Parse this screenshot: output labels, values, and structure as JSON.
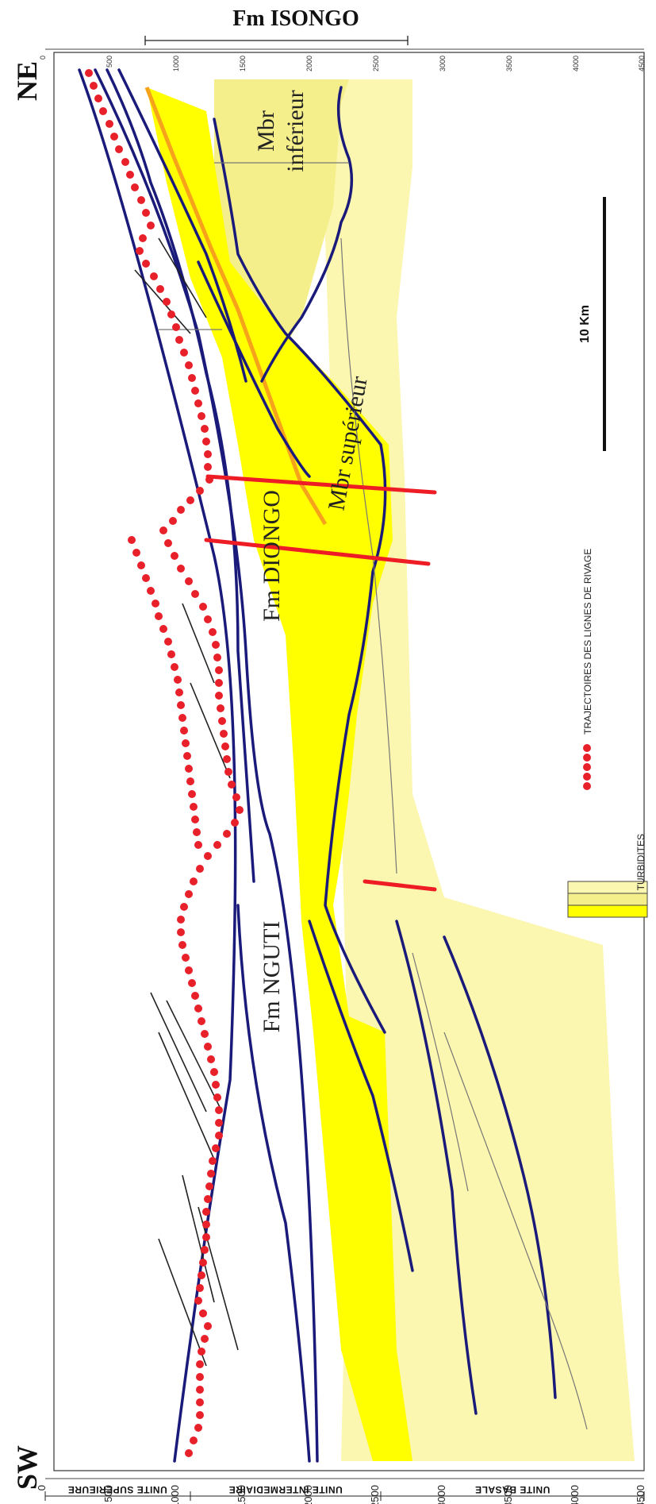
{
  "title_top": "Fm ISONGO",
  "orientation": {
    "left": "SW",
    "right": "NE"
  },
  "depth_ticks": [
    "0",
    "500",
    "1000",
    "1500",
    "2000",
    "2500",
    "3000",
    "3500",
    "4000",
    "4500"
  ],
  "top_scale_ticks": [
    "0",
    "500",
    "1000",
    "1500",
    "2000",
    "2500",
    "3000",
    "3500",
    "4000",
    "4500"
  ],
  "units": [
    "UNITE SUPERIEURE",
    "UNITE INTERMEDIAIRE",
    "UNITE BASALE"
  ],
  "formations": {
    "nguti": "Fm NGUTI",
    "diongo": "Fm DIONGO",
    "mbr_superieur": "Mbr supérieur",
    "mbr_inferieur_1": "Mbr",
    "mbr_inferieur_2": "inférieur"
  },
  "scale_bar": "10 Km",
  "legend": {
    "turbidites": "TURBIDITES",
    "shoreline": "TRAJECTOIRES DES LIGNES DE RIVAGE"
  },
  "colors": {
    "pale_yellow": "#fbf6b0",
    "bright_yellow": "#ffff00",
    "mid_yellow": "#f4ef8a",
    "navy": "#1a1a7a",
    "red_dots": "#e8202a",
    "fault_red": "#ee1c25",
    "orange": "#f7a21b"
  }
}
